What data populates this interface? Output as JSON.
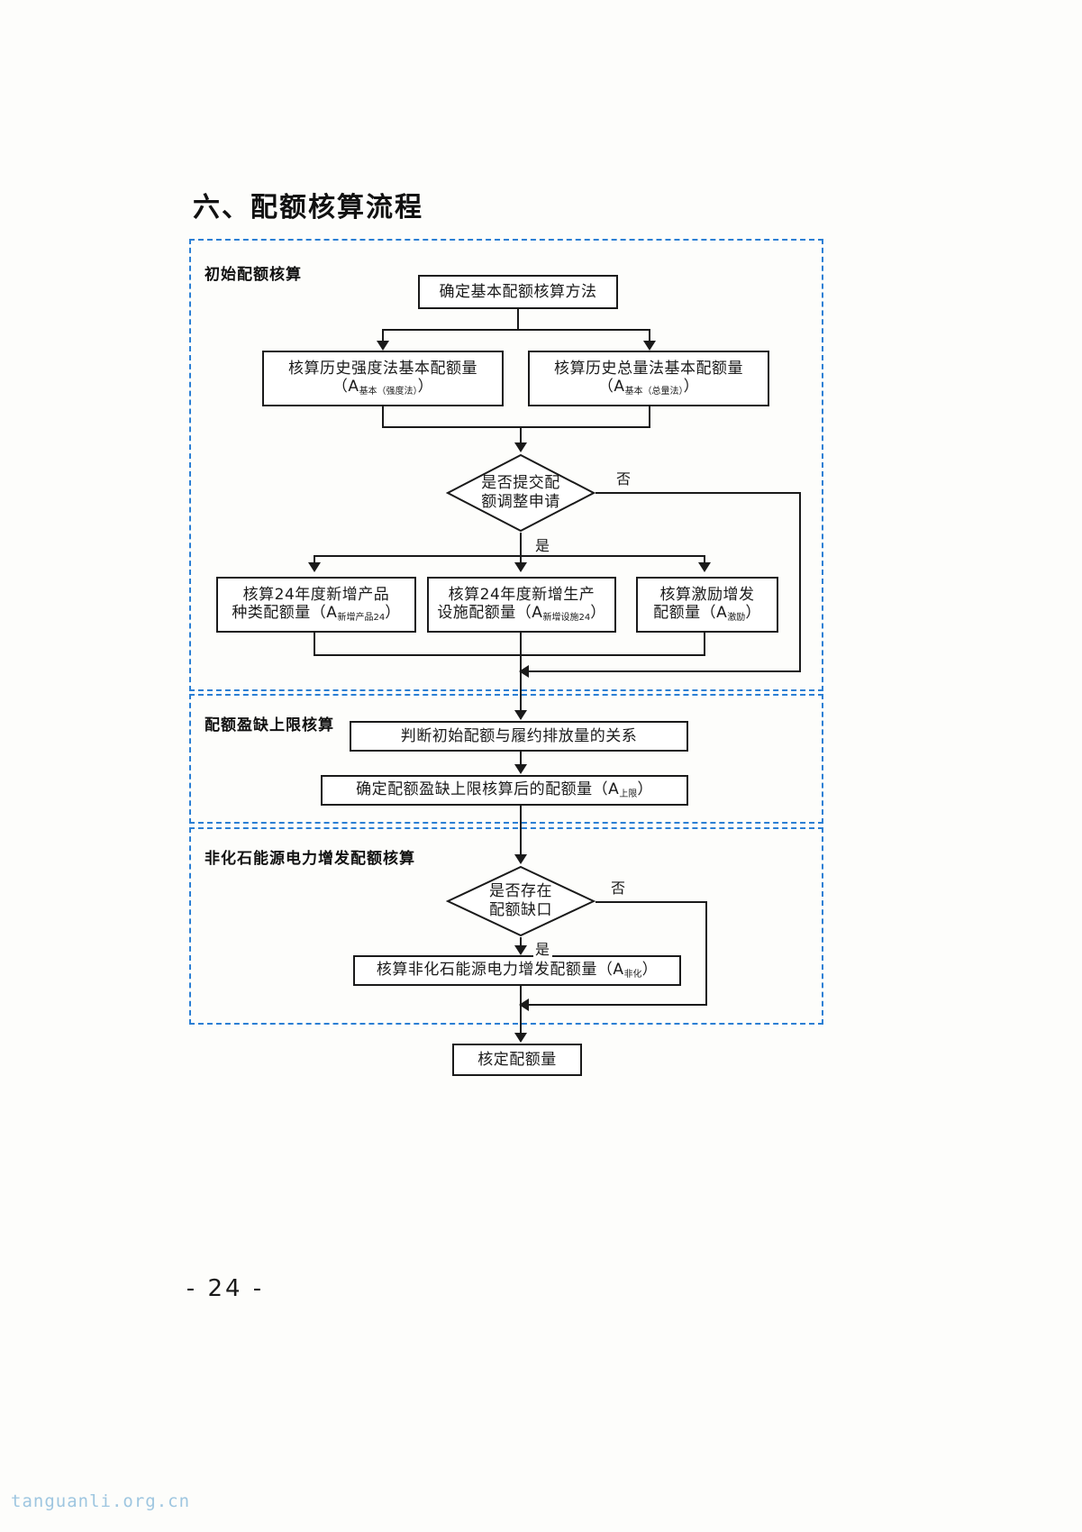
{
  "document": {
    "title": "六、配额核算流程",
    "page_number": "- 24 -",
    "watermark": "tanguanli.org.cn"
  },
  "sections": [
    {
      "id": "initial",
      "label": "初始配额核算"
    },
    {
      "id": "cap",
      "label": "配额盈缺上限核算"
    },
    {
      "id": "nonfossil",
      "label": "非化石能源电力增发配额核算"
    }
  ],
  "nodes": {
    "method": {
      "line1": "确定基本配额核算方法"
    },
    "intensity": {
      "line1": "核算历史强度法基本配额量",
      "line2_pre": "（A",
      "line2_sub": "基本（强度法）",
      "line2_post": "）"
    },
    "total": {
      "line1": "核算历史总量法基本配额量",
      "line2_pre": "（A",
      "line2_sub": "基本（总量法）",
      "line2_post": "）"
    },
    "apply": {
      "line1": "是否提交配",
      "line2": "额调整申请"
    },
    "newprod": {
      "line1": "核算24年度新增产品",
      "line2_pre": "种类配额量（A",
      "line2_sub": "新增产品24",
      "line2_post": "）"
    },
    "newfac": {
      "line1": "核算24年度新增生产",
      "line2_pre": "设施配额量（A",
      "line2_sub": "新增设施24",
      "line2_post": "）"
    },
    "incentive": {
      "line1": "核算激励增发",
      "line2_pre": "配额量（A",
      "line2_sub": "激励",
      "line2_post": "）"
    },
    "judge": {
      "line1": "判断初始配额与履约排放量的关系"
    },
    "caplimit": {
      "line1_pre": "确定配额盈缺上限核算后的配额量（A",
      "line1_sub": "上限",
      "line1_post": "）"
    },
    "gap": {
      "line1": "是否存在",
      "line2": "配额缺口"
    },
    "nonfossil": {
      "line1_pre": "核算非化石能源电力增发配额量（A",
      "line1_sub": "非化",
      "line1_post": "）"
    },
    "final": {
      "line1": "核定配额量"
    }
  },
  "edge_labels": {
    "apply_no": "否",
    "apply_yes": "是",
    "gap_no": "否",
    "gap_yes": "是"
  },
  "colors": {
    "section_border": "#2b7fd4",
    "node_border": "#1a1a1a",
    "text": "#1a1a1a",
    "watermark": "#9ec6e0"
  }
}
